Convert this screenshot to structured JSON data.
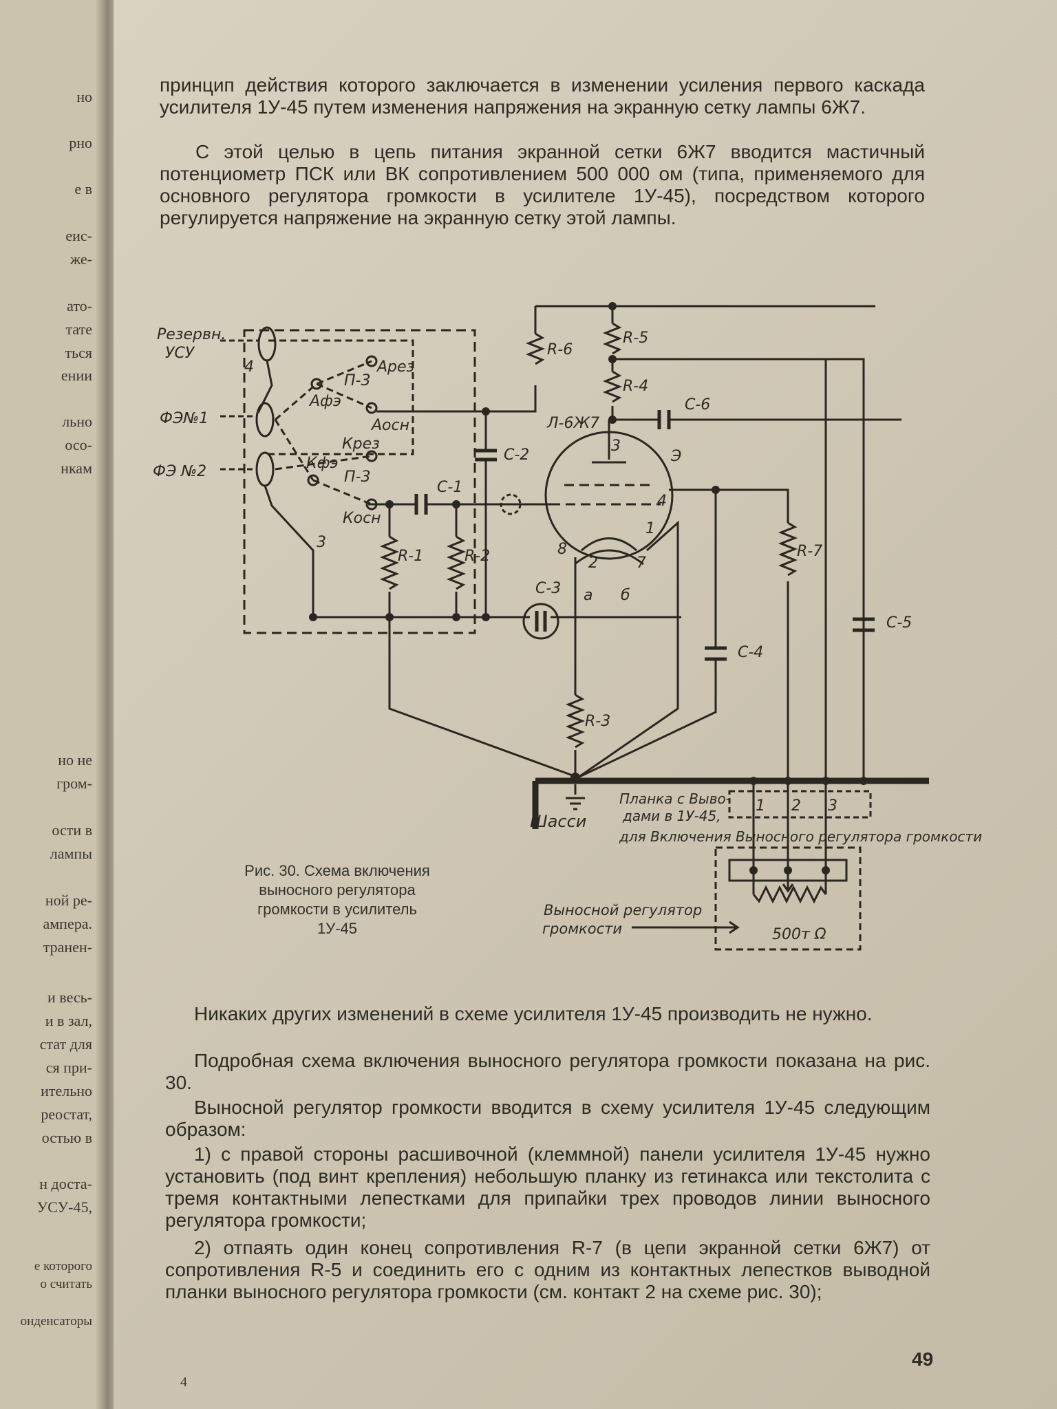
{
  "left_page_fragments": [
    "но",
    "рно",
    "е в",
    "еис-",
    "же-",
    "ато-",
    "тате",
    "ться",
    "ении",
    "льно",
    "осо-",
    "нкам",
    "но не",
    "гром-",
    "ости в",
    "лампы",
    "ной ре-",
    "ампера.",
    "транен-",
    "и весь-",
    "и в зал,",
    "стат для",
    "ся при-",
    "ительно",
    "реостат,",
    "остью в",
    "н доста-",
    "УСУ-45,",
    "е которого",
    "о считать",
    "онденсаторы"
  ],
  "top_paragraphs": [
    "принцип действия которого заключается в изменении усиления первого каскада усилителя 1У-45 путем изменения напряжения на экранную сетку лампы 6Ж7.",
    "С этой целью в цепь питания экранной сетки 6Ж7 вводится мастичный потенциометр ПСК или ВК сопротивлением 500 000 ом (типа, применяемого для основного регулятора громкости в усилителе 1У-45), посредством которого регулируется напряжение на экранную сетку этой лампы."
  ],
  "diagram": {
    "labels": {
      "reserve": "Резервн.",
      "usu": "УСУ",
      "fe1": "ФЭ№1",
      "fe2": "ФЭ №2",
      "a_rez": "Арез",
      "p3_top": "П-3",
      "a_fe": "Афэ",
      "a_osn": "Аосн",
      "k_rez": "Крез",
      "k_fe": "Кфэ",
      "p3_bottom": "П-3",
      "k_osn": "Косн",
      "num_4": "4",
      "num_3": "3",
      "r1": "R-1",
      "r2": "R-2",
      "r3": "R-3",
      "r4": "R-4",
      "r5": "R-5",
      "r6": "R-6",
      "r7": "R-7",
      "c1": "С-1",
      "c2": "С-2",
      "c3": "С-3",
      "c4": "С-4",
      "c5": "С-5",
      "c6": "С-6",
      "tube": "Л-6Ж7",
      "pin_3": "3",
      "pin_4": "4",
      "pin_e": "Э",
      "pin_8": "8",
      "pin_1": "1",
      "pin_2": "2",
      "pin_7": "7",
      "pin_a": "а",
      "pin_b": "б",
      "chassis": "Шасси",
      "plank_1": "Планка с Выво-",
      "plank_2": "дами в 1У-45,",
      "plank_3": "для Включения Выносного регулятора громкости",
      "contact_1": "1",
      "contact_2": "2",
      "contact_3": "3",
      "remote_1": "Выносной регулятор",
      "remote_2": "громкости",
      "resistance": "500т Ω"
    }
  },
  "caption_lines": [
    "Рис. 30. Схема включения",
    "выносного регулятора",
    "громкости в усилитель",
    "1У-45"
  ],
  "bottom_paragraphs": [
    "Никаких других изменений в схеме усилителя 1У-45 производить не нужно.",
    "Подробная схема включения выносного регулятора громкости показана на рис. 30.",
    "Выносной регулятор громкости вводится в схему усилителя 1У-45 следующим образом:",
    "1) с правой стороны расшивочной (клеммной) панели усилителя 1У-45 нужно установить (под винт крепления) небольшую планку из гетинакса или текстолита с тремя контактными лепестками для припайки трех проводов линии выносного регулятора громкости;",
    "2) отпаять один конец сопротивления R-7 (в цепи экранной сетки 6Ж7) от сопротивления R-5 и соединить его с одним из контактных лепестков выводной планки выносного регулятора громкости (см. контакт 2 на схеме рис. 30);"
  ],
  "page_number": "49",
  "corner_mark": "4"
}
